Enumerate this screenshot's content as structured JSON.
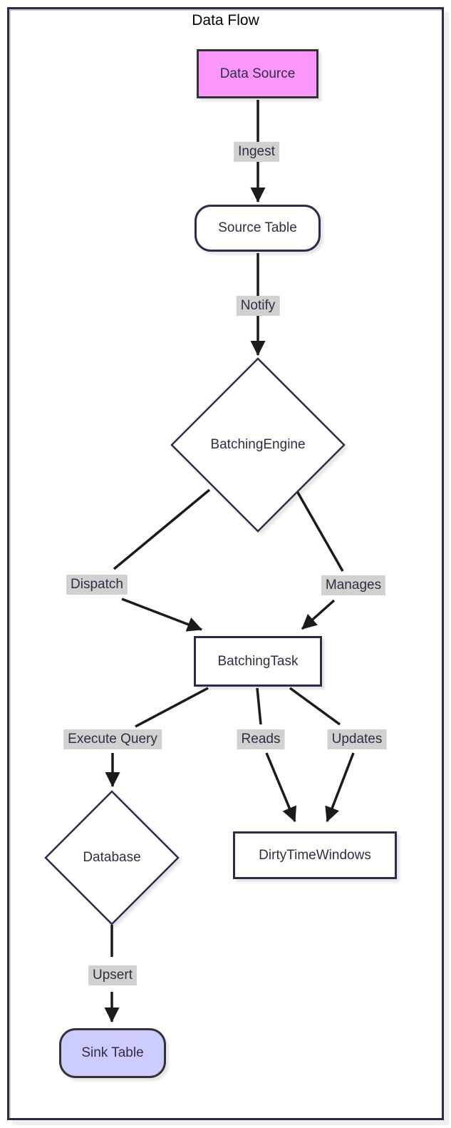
{
  "diagram": {
    "title": "Data Flow",
    "type": "flowchart"
  },
  "nodes": {
    "data_source": {
      "label": "Data Source",
      "shape": "rectangle",
      "fill": "#fb96fc"
    },
    "source_table": {
      "label": "Source Table",
      "shape": "rounded-rectangle",
      "fill": "#ffffff"
    },
    "batching_engine": {
      "label": "BatchingEngine",
      "shape": "diamond",
      "fill": "#ffffff"
    },
    "batching_task": {
      "label": "BatchingTask",
      "shape": "rectangle",
      "fill": "#ffffff"
    },
    "database": {
      "label": "Database",
      "shape": "diamond",
      "fill": "#ffffff"
    },
    "dirty_time_windows": {
      "label": "DirtyTimeWindows",
      "shape": "rectangle",
      "fill": "#ffffff"
    },
    "sink_table": {
      "label": "Sink Table",
      "shape": "rounded-rectangle",
      "fill": "#ccccff"
    }
  },
  "edges": [
    {
      "from": "data_source",
      "to": "source_table",
      "label": "Ingest"
    },
    {
      "from": "source_table",
      "to": "batching_engine",
      "label": "Notify"
    },
    {
      "from": "batching_engine",
      "to": "batching_task",
      "label": "Dispatch"
    },
    {
      "from": "batching_engine",
      "to": "batching_task",
      "label": "Manages"
    },
    {
      "from": "batching_task",
      "to": "database",
      "label": "Execute Query"
    },
    {
      "from": "batching_task",
      "to": "dirty_time_windows",
      "label": "Reads"
    },
    {
      "from": "batching_task",
      "to": "dirty_time_windows",
      "label": "Updates"
    },
    {
      "from": "database",
      "to": "sink_table",
      "label": "Upsert"
    }
  ],
  "colors": {
    "node_border": "#2b2b4d",
    "dark_node_border": "#333333",
    "edge_line": "#1b1b1b",
    "edge_label_bg": "#d1d1d1",
    "node_text": "#2e2e45",
    "title_text": "#000000",
    "frame_border": "#2b2b43",
    "data_source_fill": "#fb96fc",
    "sink_table_fill": "#ccccff"
  }
}
